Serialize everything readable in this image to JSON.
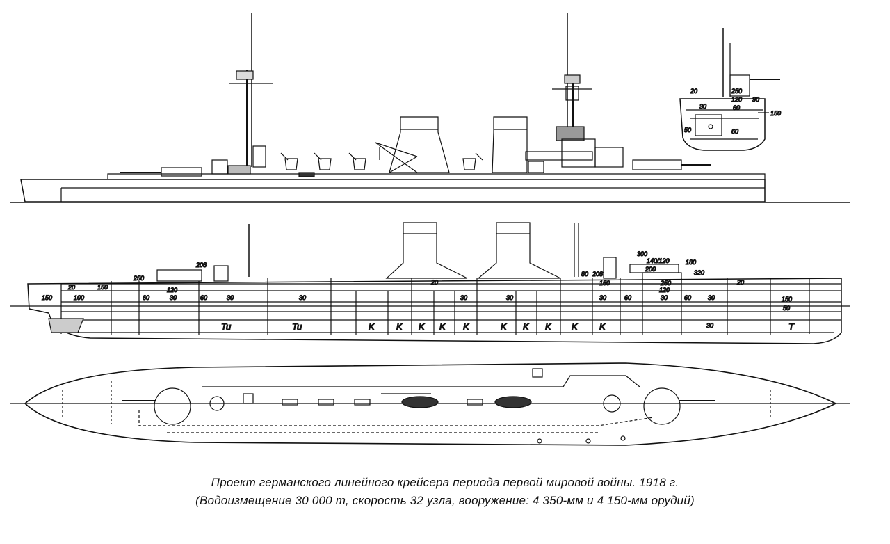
{
  "caption": {
    "line1": "Проект германского линейного крейсера  периода первой мировой войны. 1918 г.",
    "line2": "(Водоизмещение 30 000 т, скорость 32 узла, вооружение: 4 350-мм и 4 150-мм орудий)"
  },
  "section_labels": [
    "20",
    "250",
    "120",
    "90",
    "30",
    "60",
    "150",
    "50",
    "60"
  ],
  "armor_labels": {
    "left": [
      "150",
      "20",
      "150",
      "100",
      "250",
      "120",
      "60",
      "30",
      "60",
      "30",
      "208"
    ],
    "center": [
      "20",
      "30",
      "30",
      "30"
    ],
    "right": [
      "300",
      "140/120",
      "180",
      "200",
      "320",
      "80",
      "208",
      "150",
      "250",
      "120",
      "30",
      "60",
      "30",
      "60",
      "30",
      "20",
      "150",
      "50",
      "30"
    ]
  },
  "compartment_labels": [
    "Tu",
    "Tu",
    "K",
    "K",
    "K",
    "K",
    "K",
    "K",
    "K",
    "K",
    "K",
    "K",
    "T"
  ]
}
